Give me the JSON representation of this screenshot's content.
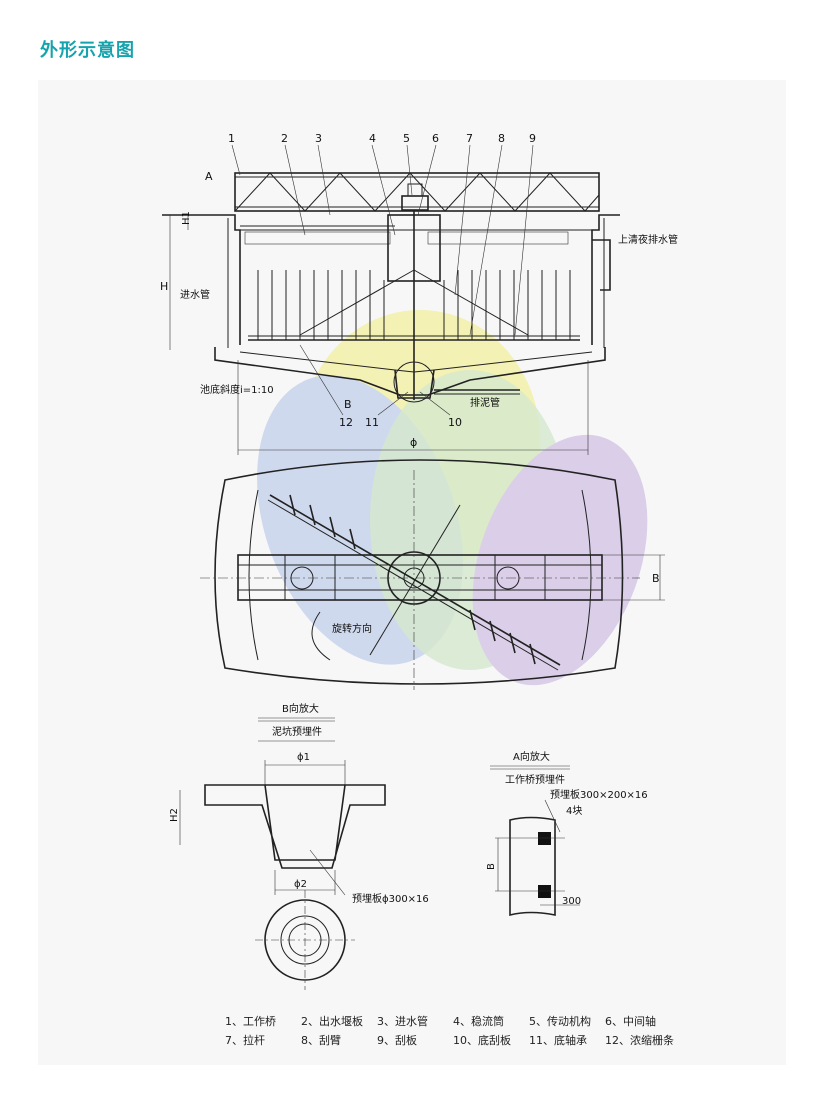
{
  "page": {
    "title": "外形示意图"
  },
  "elevation": {
    "callouts": [
      "1",
      "2",
      "3",
      "4",
      "5",
      "6",
      "7",
      "8",
      "9"
    ],
    "bottom_callouts": [
      "12",
      "11",
      "10"
    ],
    "label_a": "A",
    "label_h1": "H1",
    "label_h": "H",
    "label_inlet": "进水管",
    "label_outlet": "上清夜排水管",
    "label_slope": "池底斜度i=1:10",
    "label_b": "B",
    "label_sludge": "排泥管",
    "label_phi": "ϕ"
  },
  "plan": {
    "label_b": "B",
    "label_rotation": "旋转方向"
  },
  "detail_b": {
    "title": "B向放大",
    "subtitle": "泥坑预埋件",
    "label_phi1": "ϕ1",
    "label_phi2": "ϕ2",
    "label_h2": "H2",
    "label_plate": "预埋板ϕ300×16"
  },
  "detail_a": {
    "title": "A向放大",
    "subtitle": "工作桥预埋件",
    "label_plate": "预埋板300×200×16",
    "label_count": "4块",
    "label_b": "B",
    "label_300": "300"
  },
  "legend": [
    [
      "1、工作桥",
      "2、出水堰板",
      "3、进水管",
      "4、稳流筒",
      "5、传动机构",
      "6、中间轴"
    ],
    [
      "7、拉杆",
      "8、刮臂",
      "9、刮板",
      "10、底刮板",
      "11、底轴承",
      "12、浓缩栅条"
    ]
  ],
  "colors": {
    "title": "#15a3ad",
    "watermark_yellow": "#f3f0a8",
    "watermark_green": "#cfe6c7",
    "watermark_blue": "#c9d4ec",
    "watermark_purple": "#d6c8e6"
  }
}
